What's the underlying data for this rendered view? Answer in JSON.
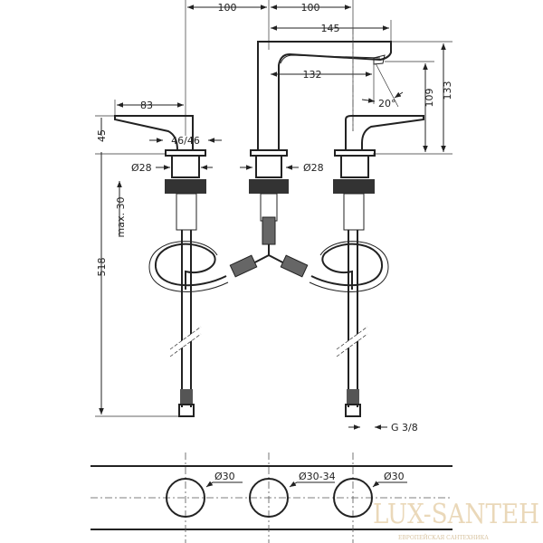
{
  "dimensions": {
    "spacing_left": "100",
    "spacing_right": "100",
    "spout_reach": "145",
    "spout_outlet_reach": "132",
    "spout_angle": "20°",
    "outlet_height": "109",
    "total_height": "133",
    "handle_length": "83",
    "handle_height": "45",
    "handle_rotation": "46/46",
    "base_diameter_left": "Ø28",
    "base_diameter_center": "Ø28",
    "under_counter_length": "518",
    "max_thickness": "max. 30",
    "connection_thread": "G 3/8"
  },
  "cutout": {
    "hole_left": "Ø30",
    "hole_center": "Ø30-34",
    "hole_right": "Ø30"
  },
  "watermark": {
    "brand": "LUX-SANTEH",
    "tagline": "ЕВРОПЕЙСКАЯ САНТЕХНИКА",
    "color": "#e6cfa8"
  }
}
